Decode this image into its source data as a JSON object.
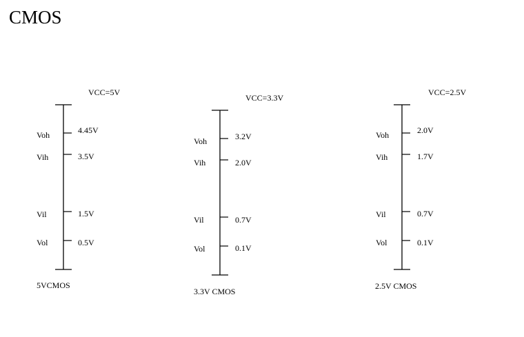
{
  "title": "CMOS",
  "columns": [
    {
      "vcc": "VCC=5V",
      "caption": "5VCMOS",
      "levels": [
        {
          "name": "Voh",
          "value": "4.45V"
        },
        {
          "name": "Vih",
          "value": "3.5V"
        },
        {
          "name": "Vil",
          "value": "1.5V"
        },
        {
          "name": "Vol",
          "value": "0.5V"
        }
      ]
    },
    {
      "vcc": "VCC=3.3V",
      "caption": "3.3V CMOS",
      "levels": [
        {
          "name": "Voh",
          "value": "3.2V"
        },
        {
          "name": "Vih",
          "value": "2.0V"
        },
        {
          "name": "Vil",
          "value": "0.7V"
        },
        {
          "name": "Vol",
          "value": "0.1V"
        }
      ]
    },
    {
      "vcc": "VCC=2.5V",
      "caption": "2.5V CMOS",
      "levels": [
        {
          "name": "Voh",
          "value": "2.0V"
        },
        {
          "name": "Vih",
          "value": "1.7V"
        },
        {
          "name": "Vil",
          "value": "0.7V"
        },
        {
          "name": "Vol",
          "value": "0.1V"
        }
      ]
    }
  ]
}
